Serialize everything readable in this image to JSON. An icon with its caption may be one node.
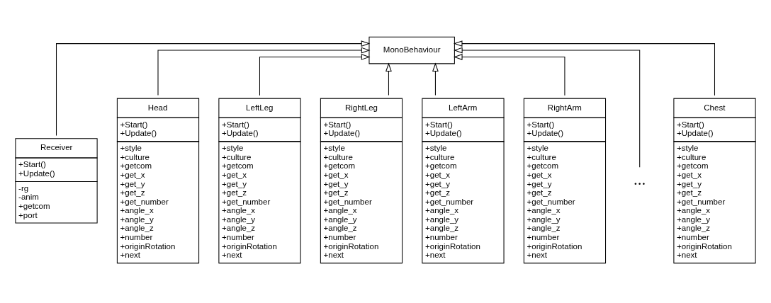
{
  "diagram": {
    "nodes": [
      {
        "text": [
          "MonoBehaviour"
        ]
      },
      {
        "text": [
          "Receiver",
          "+Start() +Update()",
          "-rg -anim +getcom +port"
        ]
      },
      {
        "text": [
          "Head",
          "+Start() +Update()",
          "+style +culture +getcom +get_x +get_y +get_z +get_number +angle_x +angle_y +angle_z +number +originRotation +next"
        ]
      },
      {
        "text": [
          "LeftLeg",
          "+Start() +Update()",
          "+style +culture +getcom +get_x +get_y +get_z +get_number +angle_x +angle_y +angle_z +number +originRotation +next"
        ]
      },
      {
        "text": [
          "RightLeg",
          "+Start() +Update()",
          "+style +culture +getcom +get_x +get_y +get_z +get_number +angle_x +angle_y +angle_z +number +originRotation +next"
        ]
      },
      {
        "text": [
          "LeftArm",
          "+Start() +Update()",
          "+style +culture +getcom +get_x +get_y +get_z +get_number +angle_x +angle_y +angle_z +number +originRotation +next"
        ]
      },
      {
        "text": [
          "RightArm",
          "+Start() +Update()",
          "+style +culture +getcom +get_x +get_y +get_z +get_number +angle_x +angle_y +angle_z +number +originRotation +next"
        ]
      },
      {
        "text": [
          "..."
        ]
      },
      {
        "text": [
          "Chest",
          "+Start() +Update()",
          "+style +culture +getcom +get_x +get_y +get_z +get_number +angle_x +angle_y +angle_z +number +originRotation +next"
        ]
      }
    ],
    "edges": [
      {
        "from": 1,
        "to": 0,
        "arrow": "to"
      },
      {
        "from": 2,
        "to": 0,
        "arrow": "to"
      },
      {
        "from": 3,
        "to": 0,
        "arrow": "to"
      },
      {
        "from": 4,
        "to": 0,
        "arrow": "to"
      },
      {
        "from": 5,
        "to": 0,
        "arrow": "to"
      },
      {
        "from": 6,
        "to": 0,
        "arrow": "to"
      },
      {
        "from": 7,
        "to": 0,
        "arrow": "to"
      },
      {
        "from": 8,
        "to": 0,
        "arrow": "to"
      }
    ]
  }
}
